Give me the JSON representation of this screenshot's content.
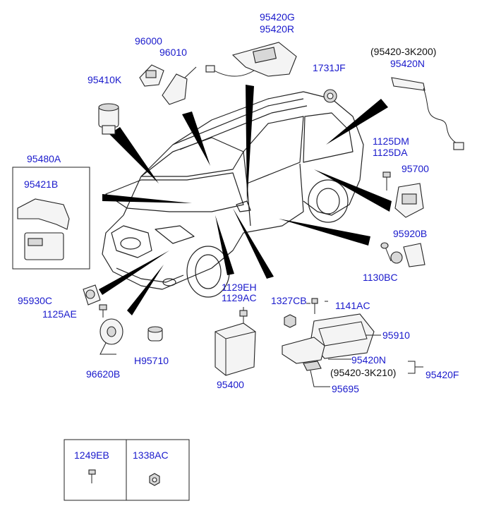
{
  "labels": {
    "p95420G": "95420G",
    "p95420R": "95420R",
    "p96000": "96000",
    "p96010": "96010",
    "p95410K": "95410K",
    "p95420_3K200": "(95420-3K200)",
    "p95420N_top": "95420N",
    "p1731JF": "1731JF",
    "p95480A": "95480A",
    "p95421B": "95421B",
    "p1125DM": "1125DM",
    "p1125DA": "1125DA",
    "p95700": "95700",
    "p95920B": "95920B",
    "p1130BC": "1130BC",
    "p95930C": "95930C",
    "p1125AE": "1125AE",
    "p1129EH": "1129EH",
    "p1129AC": "1129AC",
    "p1327CB": "1327CB",
    "p1141AC": "1141AC",
    "p95910": "95910",
    "pH95710": "H95710",
    "p96620B": "96620B",
    "p95400": "95400",
    "p95420N_bottom": "95420N",
    "p95420_3K210": "(95420-3K210)",
    "p95420F": "95420F",
    "p95695": "95695",
    "p1249EB": "1249EB",
    "p1338AC": "1338AC"
  },
  "colors": {
    "label": "#1a1acc",
    "label_alt": "#111111",
    "line": "#222222",
    "background": "#ffffff"
  }
}
